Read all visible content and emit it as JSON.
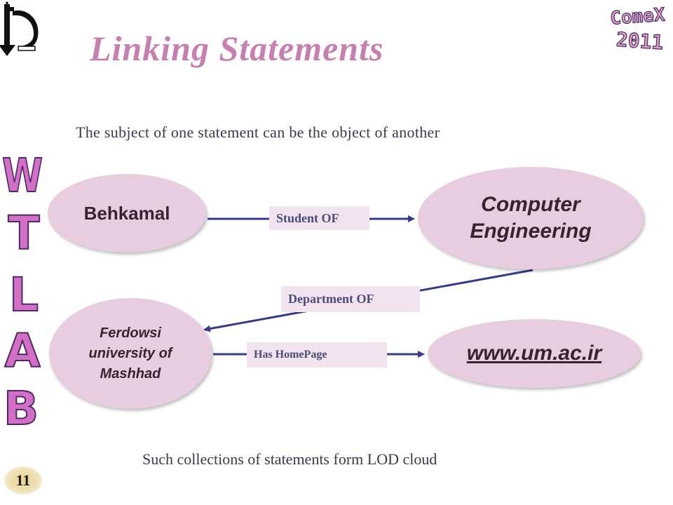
{
  "title": "Linking Statements",
  "subtitle": "The subject of one statement can be the object of another",
  "footer": "Such collections of statements form LOD cloud",
  "page_number": "11",
  "side_logo": [
    "W",
    "T",
    "L",
    "A",
    "B"
  ],
  "corner_logo": {
    "line1": "ComeX",
    "line2": "2011"
  },
  "nodes": {
    "behkamal": "Behkamal",
    "computer_engineering": {
      "line1": "Computer",
      "line2": "Engineering"
    },
    "ferdowsi": {
      "line1": "Ferdowsi",
      "line2": "university of",
      "line3": "Mashhad"
    },
    "website": "www.um.ac.ir"
  },
  "edges": {
    "student_of": "Student OF",
    "department_of": "Department OF",
    "has_homepage": "Has HomePage"
  },
  "colors": {
    "title": "#c77fb0",
    "node_fill": "#e8cde1",
    "edge_label_fill": "#f2e4ef",
    "arrow": "#3a3a8a",
    "wtlab_fill": "#d46fc6",
    "comex_fill": "#d9a0d0"
  }
}
